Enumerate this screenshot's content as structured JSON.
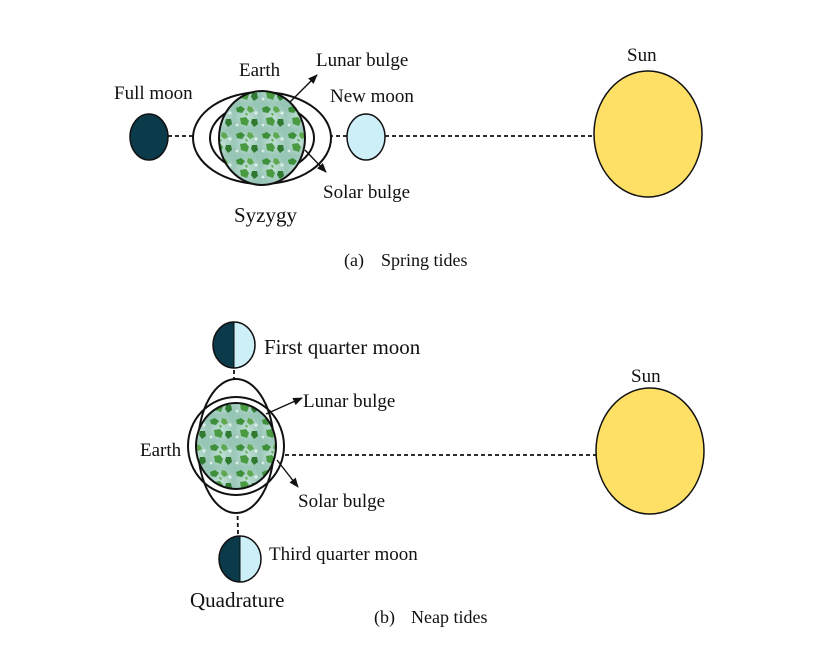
{
  "panel_a": {
    "full_moon": "Full moon",
    "earth": "Earth",
    "lunar_bulge": "Lunar bulge",
    "new_moon": "New moon",
    "sun": "Sun",
    "solar_bulge": "Solar bulge",
    "alignment": "Syzygy",
    "caption_letter": "(a)",
    "caption_text": "Spring tides"
  },
  "panel_b": {
    "first_quarter": "First quarter moon",
    "lunar_bulge": "Lunar bulge",
    "earth": "Earth",
    "sun": "Sun",
    "solar_bulge": "Solar bulge",
    "third_quarter": "Third quarter moon",
    "alignment": "Quadrature",
    "caption_letter": "(b)",
    "caption_text": "Neap tides"
  },
  "colors": {
    "sun": "#FFE066",
    "moon_dark": "#0B3A4A",
    "moon_light": "#CDEFF8",
    "earth_base": "#A9CFC3",
    "earth_land": "#3E8F3A"
  }
}
